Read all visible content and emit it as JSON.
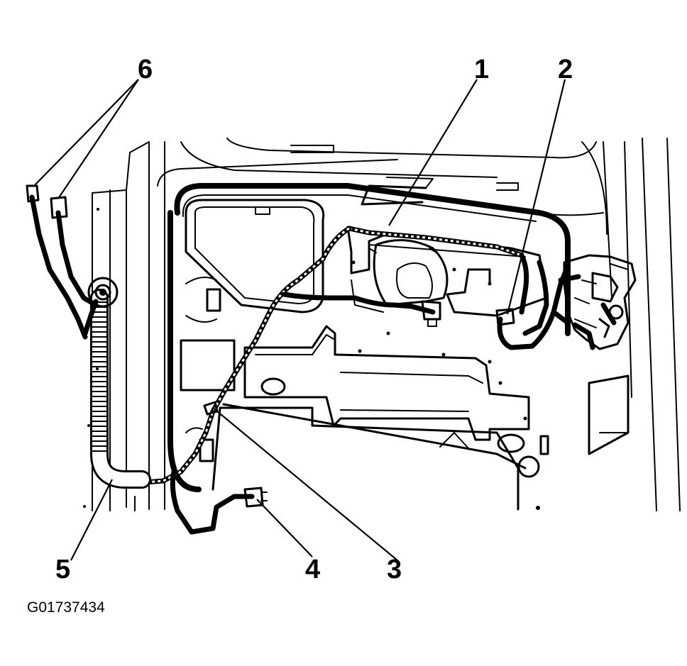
{
  "figure_id": "G01737434",
  "callouts": [
    {
      "id": "1",
      "label": "1"
    },
    {
      "id": "2",
      "label": "2"
    },
    {
      "id": "3",
      "label": "3"
    },
    {
      "id": "4",
      "label": "4"
    },
    {
      "id": "5",
      "label": "5"
    },
    {
      "id": "6",
      "label": "6"
    }
  ]
}
